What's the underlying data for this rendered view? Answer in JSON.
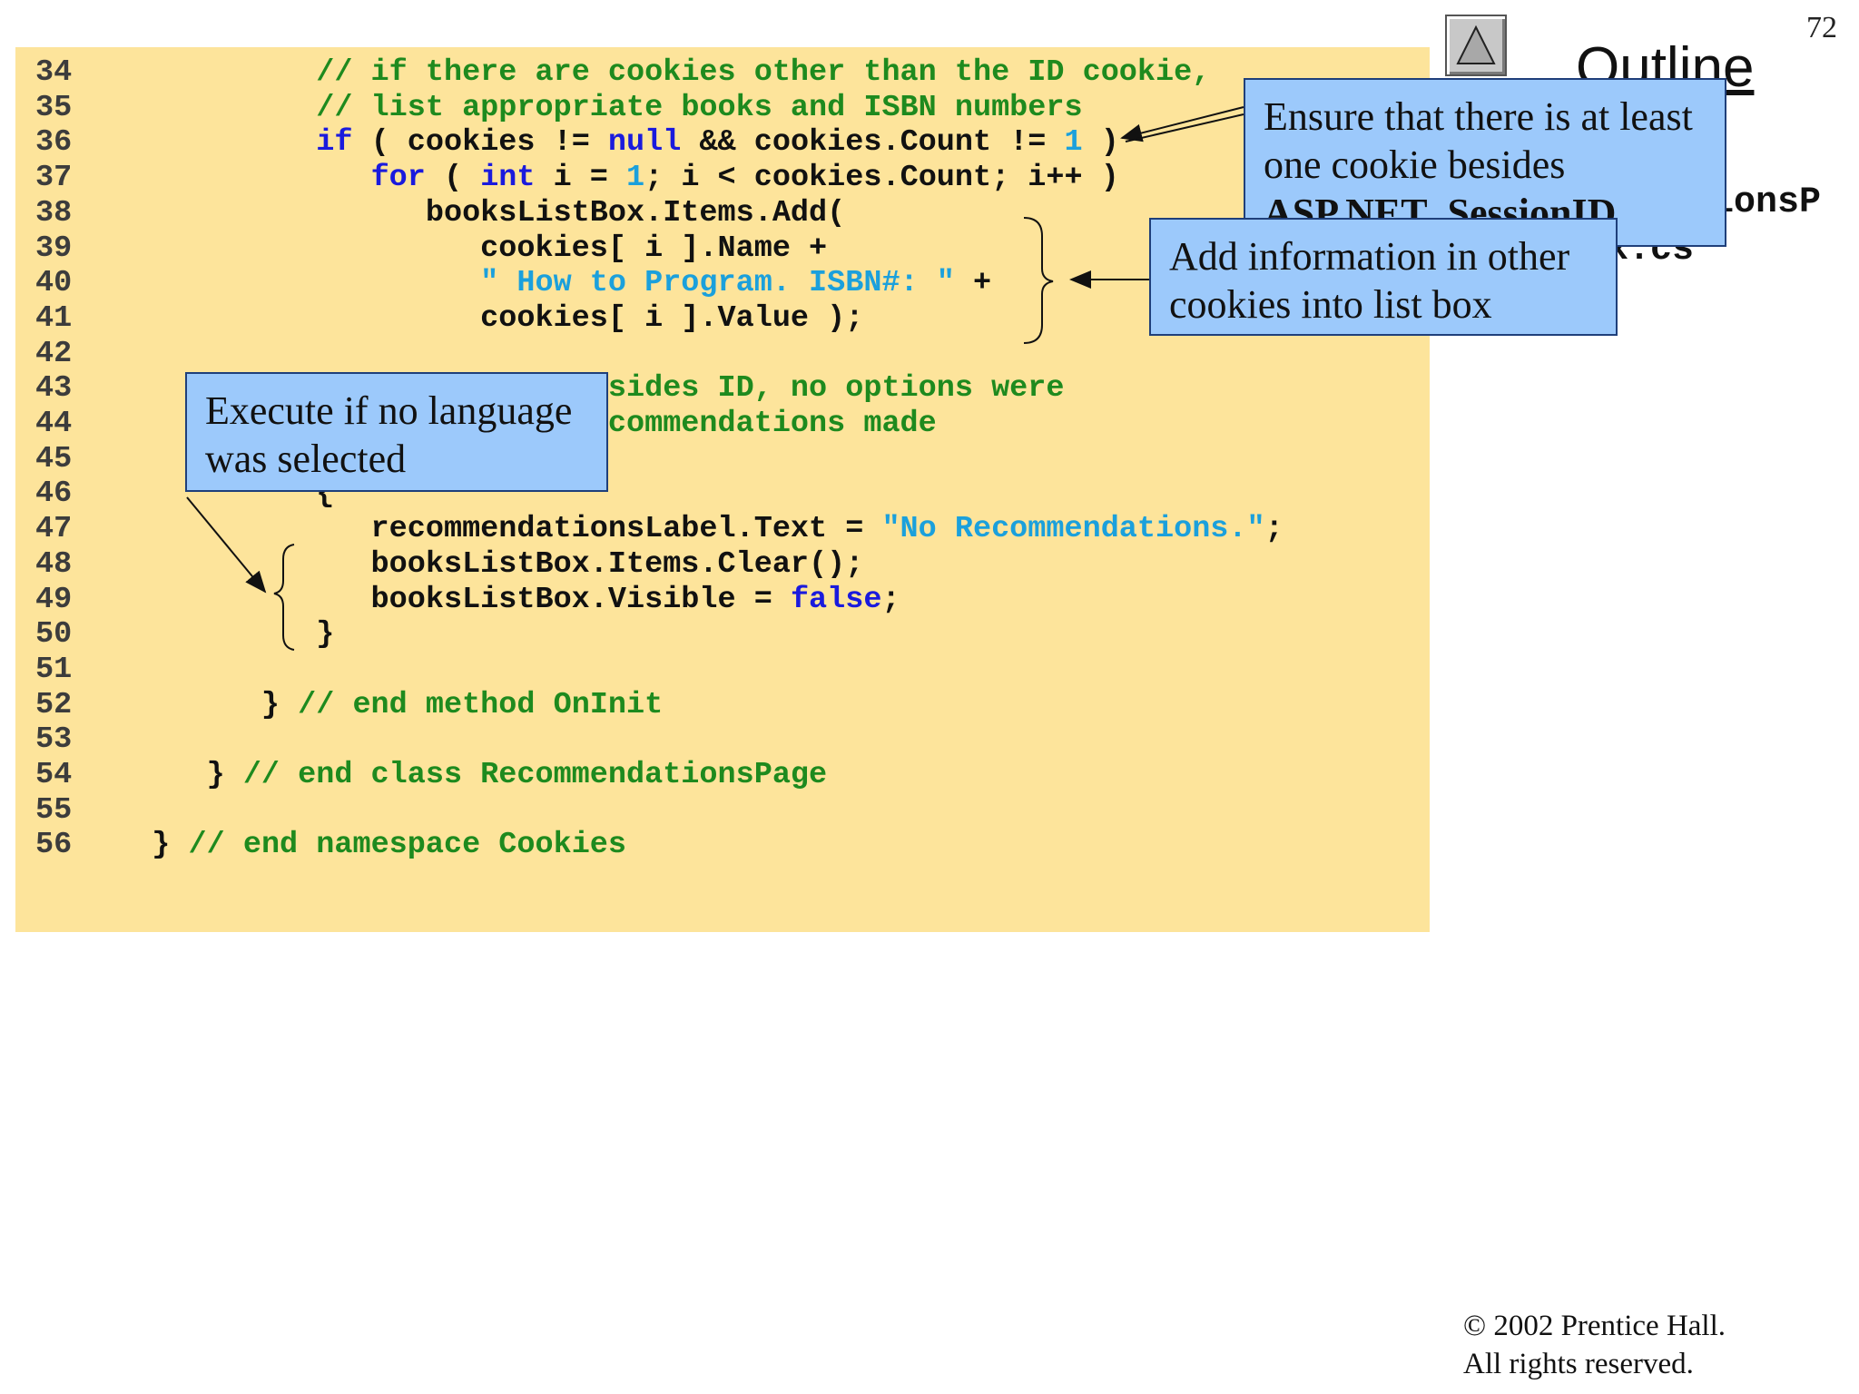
{
  "page_number": "72",
  "nav": {
    "up_button": "up-arrow"
  },
  "outline": {
    "title": "Outline",
    "file_name_lines": [
      "ionsP",
      "x.cs"
    ]
  },
  "code": [
    {
      "n": "34",
      "tokens": [
        {
          "t": "            ",
          "c": "tx"
        },
        {
          "t": "// if there are cookies other than the ID cookie,",
          "c": "cm"
        }
      ]
    },
    {
      "n": "35",
      "tokens": [
        {
          "t": "            ",
          "c": "tx"
        },
        {
          "t": "// list appropriate books and ISBN numbers",
          "c": "cm"
        }
      ]
    },
    {
      "n": "36",
      "tokens": [
        {
          "t": "            ",
          "c": "tx"
        },
        {
          "t": "if",
          "c": "kw"
        },
        {
          "t": " ( cookies != ",
          "c": "tx"
        },
        {
          "t": "null",
          "c": "kw"
        },
        {
          "t": " && cookies.Count != ",
          "c": "tx"
        },
        {
          "t": "1",
          "c": "st"
        },
        {
          "t": " )",
          "c": "tx"
        }
      ]
    },
    {
      "n": "37",
      "tokens": [
        {
          "t": "               ",
          "c": "tx"
        },
        {
          "t": "for",
          "c": "kw"
        },
        {
          "t": " ( ",
          "c": "tx"
        },
        {
          "t": "int",
          "c": "kw"
        },
        {
          "t": " i = ",
          "c": "tx"
        },
        {
          "t": "1",
          "c": "st"
        },
        {
          "t": "; i < cookies.Count; i++ )",
          "c": "tx"
        }
      ]
    },
    {
      "n": "38",
      "tokens": [
        {
          "t": "                  booksListBox.Items.Add(",
          "c": "tx"
        }
      ]
    },
    {
      "n": "39",
      "tokens": [
        {
          "t": "                     cookies[ i ].Name +",
          "c": "tx"
        }
      ]
    },
    {
      "n": "40",
      "tokens": [
        {
          "t": "                     ",
          "c": "tx"
        },
        {
          "t": "\" How to Program. ISBN#: \"",
          "c": "st"
        },
        {
          "t": " +",
          "c": "tx"
        }
      ]
    },
    {
      "n": "41",
      "tokens": [
        {
          "t": "                     cookies[ i ].Value );",
          "c": "tx"
        }
      ]
    },
    {
      "n": "42",
      "tokens": []
    },
    {
      "n": "43",
      "tokens": [
        {
          "t": "                          ",
          "c": "tx"
        },
        {
          "t": "besides ID, no options were",
          "c": "cm"
        }
      ]
    },
    {
      "n": "44",
      "tokens": [
        {
          "t": "                          ",
          "c": "tx"
        },
        {
          "t": "recommendations made",
          "c": "cm"
        }
      ]
    },
    {
      "n": "45",
      "tokens": []
    },
    {
      "n": "46",
      "tokens": [
        {
          "t": "            {",
          "c": "tx"
        }
      ]
    },
    {
      "n": "47",
      "tokens": [
        {
          "t": "               recommendationsLabel.Text = ",
          "c": "tx"
        },
        {
          "t": "\"No Recommendations.\"",
          "c": "st"
        },
        {
          "t": ";",
          "c": "tx"
        }
      ]
    },
    {
      "n": "48",
      "tokens": [
        {
          "t": "               booksListBox.Items.Clear();",
          "c": "tx"
        }
      ]
    },
    {
      "n": "49",
      "tokens": [
        {
          "t": "               booksListBox.Visible = ",
          "c": "tx"
        },
        {
          "t": "false",
          "c": "kw"
        },
        {
          "t": ";",
          "c": "tx"
        }
      ]
    },
    {
      "n": "50",
      "tokens": [
        {
          "t": "            }",
          "c": "tx"
        }
      ]
    },
    {
      "n": "51",
      "tokens": []
    },
    {
      "n": "52",
      "tokens": [
        {
          "t": "         } ",
          "c": "tx"
        },
        {
          "t": "// end method OnInit",
          "c": "cm"
        }
      ]
    },
    {
      "n": "53",
      "tokens": []
    },
    {
      "n": "54",
      "tokens": [
        {
          "t": "      } ",
          "c": "tx"
        },
        {
          "t": "// end class RecommendationsPage",
          "c": "cm"
        }
      ]
    },
    {
      "n": "55",
      "tokens": []
    },
    {
      "n": "56",
      "tokens": [
        {
          "t": "   } ",
          "c": "tx"
        },
        {
          "t": "// end namespace Cookies",
          "c": "cm"
        }
      ]
    }
  ],
  "callouts": {
    "cookie_check": {
      "lines": [
        "Ensure that there is at least",
        "one cookie besides",
        "ASP.NET_SessionID"
      ]
    },
    "add_info": {
      "lines": [
        "Add information in other",
        "cookies into list box"
      ]
    },
    "no_language": {
      "lines": [
        "Execute if no language",
        "was selected"
      ]
    }
  },
  "copyright": {
    "line1": "© 2002 Prentice Hall.",
    "line2": "All rights reserved."
  },
  "colors": {
    "code_background": "#fde49b",
    "keyword": "#1a1add",
    "comment": "#1e8a1e",
    "string_literal": "#1ba0dc",
    "callout_background": "#9cc9fb"
  }
}
